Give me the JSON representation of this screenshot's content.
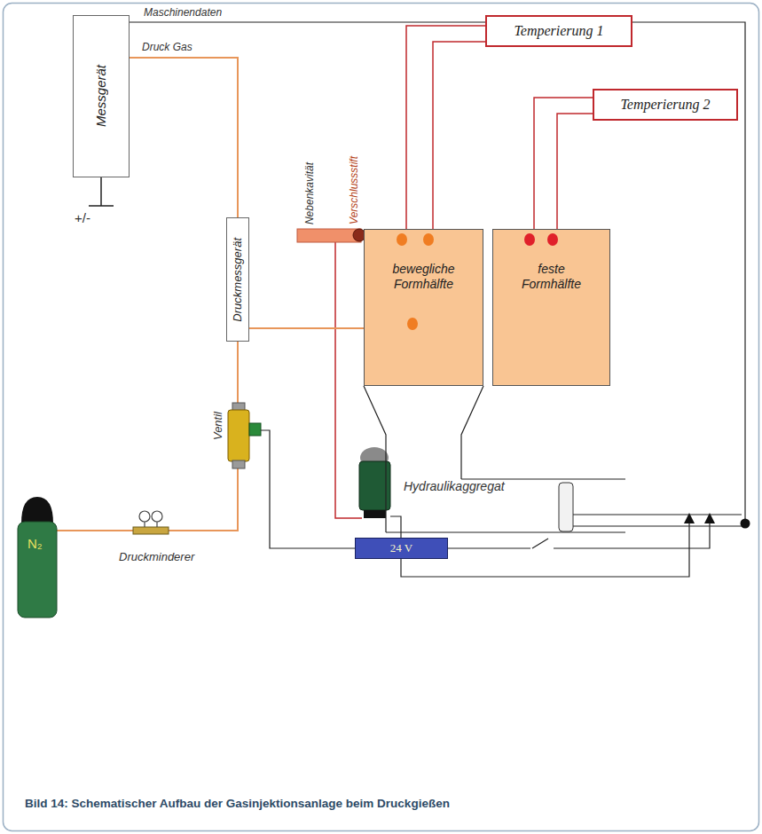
{
  "diagram": {
    "caption": "Bild 14: Schematischer Aufbau der Gasinjektionsanlage beim Druckgießen",
    "nodes": [
      {
        "text": [
          "Messgerät"
        ]
      },
      {
        "text": [
          "Druckmessgerät"
        ]
      },
      {
        "text": [
          "Temperierung 1"
        ]
      },
      {
        "text": [
          "Temperierung 2"
        ]
      },
      {
        "text": [
          "bewegliche Formhälfte"
        ]
      },
      {
        "text": [
          "feste Formhälfte"
        ]
      },
      {
        "text": [
          "24 V"
        ]
      }
    ],
    "edges": [
      {
        "from": 0,
        "to": 1,
        "label": "Druck Gas",
        "arrow": "none"
      },
      {
        "from": 1,
        "to": 4,
        "arrow": "none"
      },
      {
        "from": 2,
        "to": 4,
        "arrow": "none"
      },
      {
        "from": 2,
        "to": 4,
        "arrow": "none"
      },
      {
        "from": 3,
        "to": 5,
        "arrow": "none"
      },
      {
        "from": 3,
        "to": 5,
        "arrow": "none"
      }
    ],
    "labels": [
      "Maschinendaten",
      "+/-",
      "Nebenkavität",
      "Verschlussstift",
      "Ventil",
      "Hydraulikaggregat",
      "Druckminderer",
      "N₂"
    ]
  }
}
